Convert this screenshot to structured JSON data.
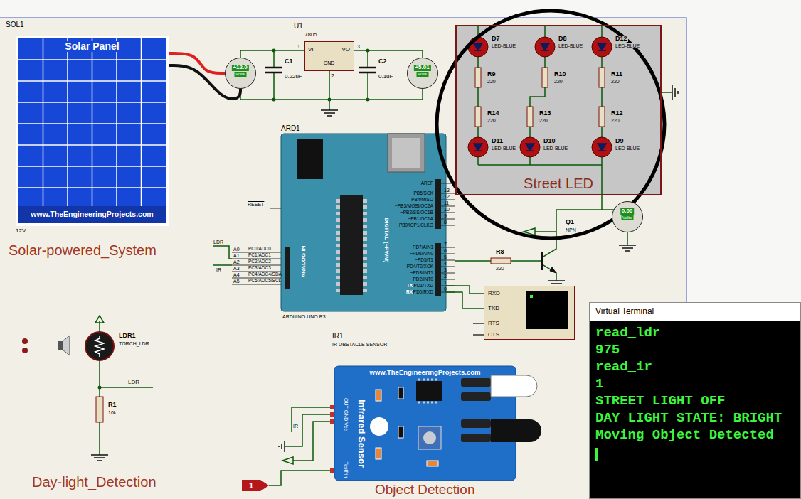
{
  "diagram": {
    "nodes": [
      {
        "text": [
          "Solar Panel",
          "www.TheEngineeringProjects.com"
        ]
      },
      {
        "text": [
          "+12.0",
          "Volts"
        ]
      },
      {
        "text": [
          "VI",
          "VO",
          "GND"
        ]
      },
      {
        "text": [
          "+5.01",
          "Volts"
        ]
      },
      {
        "text": [
          "Street LED"
        ]
      },
      {
        "text": [
          "ANALOG IN",
          "DIGITAL (~PWM)"
        ]
      },
      {
        "text": [
          "0.00",
          "Volts"
        ]
      },
      {
        "text": [
          "RXD",
          "TXD",
          "RTS",
          "CTS"
        ]
      },
      {
        "text": [
          "Virtual Terminal",
          "read_ldr",
          "975",
          "read_ir",
          "1",
          "STREET LIGHT OFF",
          "DAY LIGHT STATE: BRIGHT",
          "Moving Object Detected"
        ]
      },
      {
        "text": [
          "www.TheEngineeringProjects.com",
          "Infrared Sensor",
          "OUT GND Vcc",
          "TestPin"
        ]
      }
    ],
    "edges": [
      {
        "from": 0,
        "to": 1,
        "arrow": "none"
      },
      {
        "from": 0,
        "to": 1,
        "arrow": "none"
      },
      {
        "from": 1,
        "to": 2,
        "arrow": "none"
      },
      {
        "from": 2,
        "to": 3,
        "arrow": "none"
      },
      {
        "from": 5,
        "to": 7,
        "arrow": "none"
      },
      {
        "from": 5,
        "to": 7,
        "arrow": "none"
      }
    ],
    "labels": [
      "SOL1",
      "12V",
      "Solar-powered_System",
      "U1",
      "7805",
      "1",
      "3",
      "2",
      "C1",
      "0.22uF",
      "C2",
      "0.1uF",
      "D7",
      "LED-BLUE",
      "D8",
      "LED-BLUE",
      "D12",
      "LED-BLUE",
      "R9",
      "220",
      "R10",
      "220",
      "R11",
      "220",
      "R14",
      "220",
      "R13",
      "220",
      "R12",
      "220",
      "D11",
      "LED-BLUE",
      "D10",
      "LED-BLUE",
      "D9",
      "LED-BLUE",
      "Q1",
      "NPN",
      "R8",
      "220",
      "ARD1",
      "AREF",
      "PB5/SCK",
      "13",
      "PB4/MISO",
      "12",
      "~PB3/MOSI/OC2A",
      "11",
      "~PB2/SS/OC1B",
      "10",
      "~PB1/OC1A",
      "9",
      "PB0/ICP1/CLKO",
      "8",
      "PD7/AIN1",
      "7",
      "~PD6/AIN0",
      "6",
      "~PD5/T1",
      "5",
      "PD4/T0/XCK",
      "4",
      "~PD3/INT1",
      "3",
      "PD2/INT0",
      "2",
      "TX",
      "PD1/TXD",
      "1",
      "RX",
      "PD0/RXD",
      "0",
      "RESET",
      "A0",
      "PC0/ADC0",
      "A1",
      "PC1/ADC1",
      "A2",
      "PC2/ADC2",
      "A3",
      "PC3/ADC3",
      "A4",
      "PC4/ADC4/SDA",
      "A5",
      "PC5/ADC5/SCL",
      "LDR",
      "IR",
      "ARDUINO UNO R3",
      "LDR1",
      "TORCH_LDR",
      "LDR",
      "R1",
      "10k",
      "Day-light_Detection",
      "IR1",
      "IR OBSTACLE SENSOR",
      "IR",
      "Object Detection",
      "1"
    ]
  }
}
